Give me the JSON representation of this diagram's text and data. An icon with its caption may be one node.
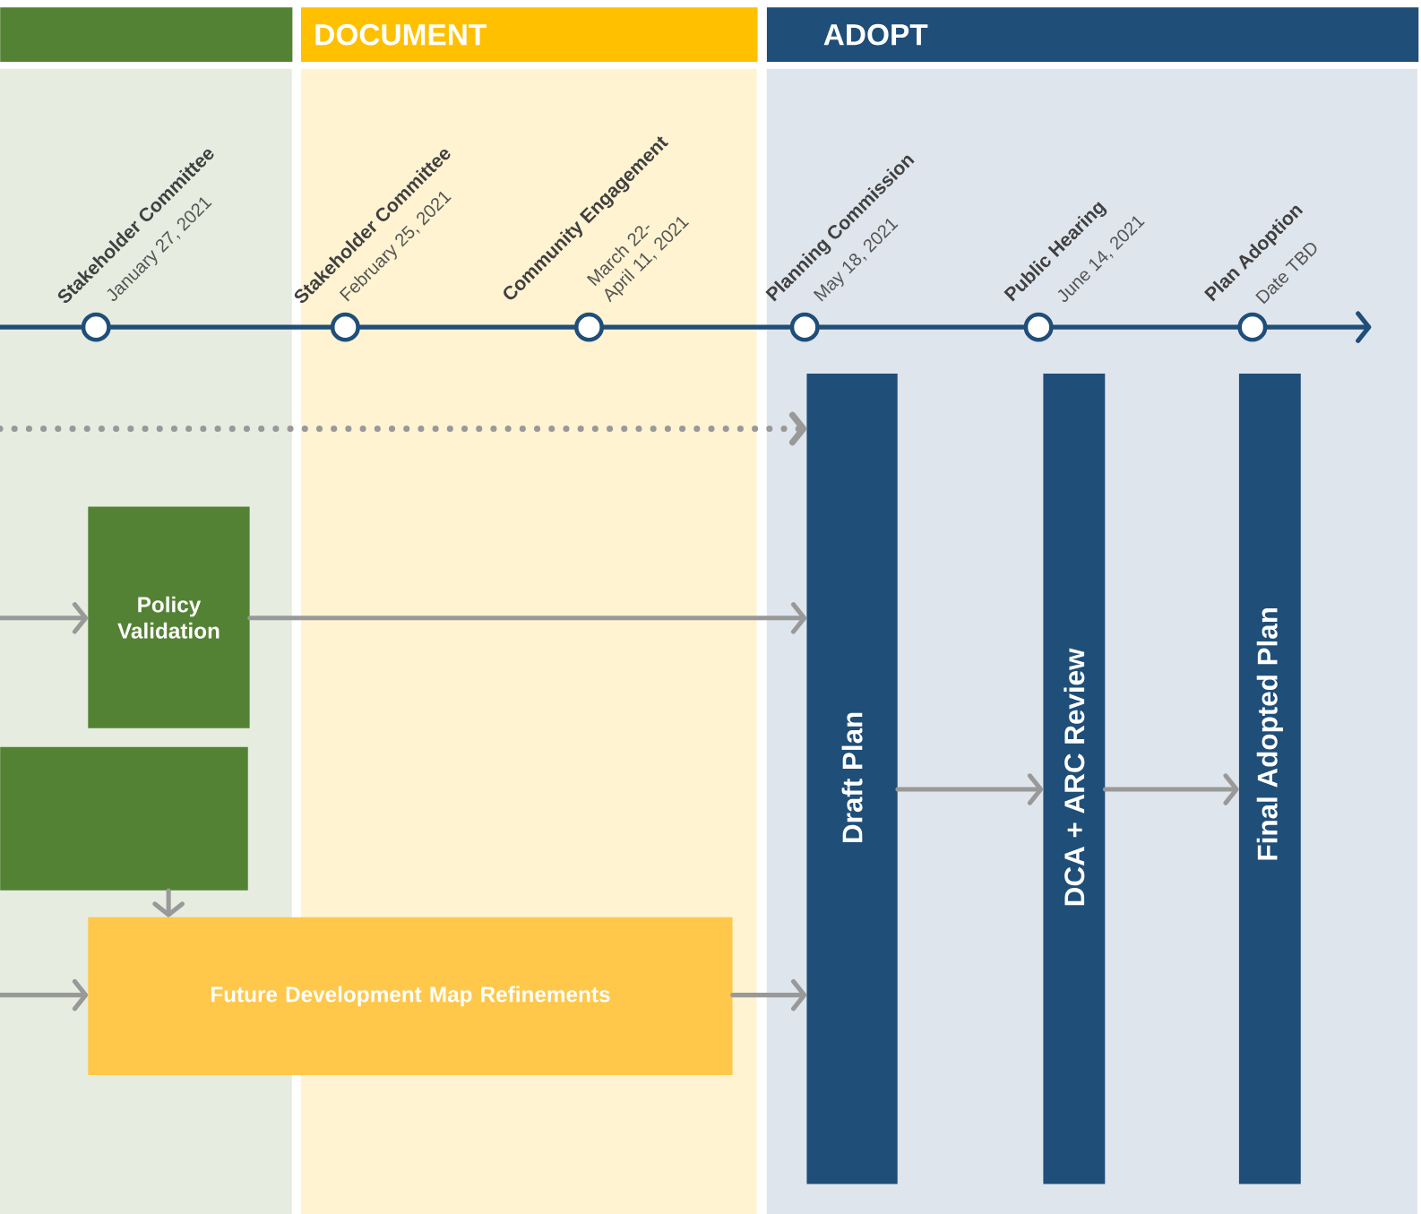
{
  "diagram": {
    "nodes": [
      {
        "text": [],
        "shape": "bar"
      },
      {
        "text": [
          "DOCUMENT"
        ]
      },
      {
        "text": [
          "ADOPT"
        ]
      },
      {
        "text": [],
        "shape": "circle",
        "beside": [
          "Stakeholder Committee",
          "January 27, 2021"
        ]
      },
      {
        "text": [],
        "shape": "circle",
        "beside": [
          "Stakeholder Committee",
          "February 25, 2021"
        ]
      },
      {
        "text": [],
        "shape": "circle",
        "beside": [
          "Community Engagement",
          "March 22- April 11, 2021"
        ]
      },
      {
        "text": [],
        "shape": "circle",
        "beside": [
          "Planning Commission",
          "May 18, 2021"
        ]
      },
      {
        "text": [],
        "shape": "circle",
        "beside": [
          "Public Hearing",
          "June 14, 2021"
        ]
      },
      {
        "text": [],
        "shape": "circle",
        "beside": [
          "Plan Adoption",
          "Date TBD"
        ]
      },
      {
        "text": [
          "Policy Validation"
        ]
      },
      {
        "text": [],
        "shape": "box"
      },
      {
        "text": [
          "Future Development Map Refinements"
        ]
      },
      {
        "text": [
          "Draft Plan"
        ]
      },
      {
        "text": [
          "DCA + ARC Review"
        ]
      },
      {
        "text": [
          "Final Adopted Plan"
        ]
      }
    ],
    "edges": [
      {
        "from": 3,
        "to": 4,
        "arrow": "none",
        "color": "#1f4e79"
      },
      {
        "from": 4,
        "to": 5,
        "arrow": "none",
        "color": "#1f4e79"
      },
      {
        "from": 5,
        "to": 6,
        "arrow": "none",
        "color": "#1f4e79"
      },
      {
        "from": 6,
        "to": 7,
        "arrow": "none",
        "color": "#1f4e79"
      },
      {
        "from": 7,
        "to": 8,
        "arrow": "none",
        "color": "#1f4e79"
      },
      {
        "from": 8,
        "to": null,
        "arrow": "to",
        "color": "#1f4e79"
      },
      {
        "from": null,
        "to": 3,
        "arrow": "none",
        "color": "#1f4e79"
      },
      {
        "from": null,
        "to": 12,
        "arrow": "to",
        "style": "dashed"
      },
      {
        "from": null,
        "to": 9,
        "arrow": "to"
      },
      {
        "from": 9,
        "to": 12,
        "arrow": "to"
      },
      {
        "from": 10,
        "to": 11,
        "arrow": "to"
      },
      {
        "from": null,
        "to": 11,
        "arrow": "to"
      },
      {
        "from": 11,
        "to": 12,
        "arrow": "to"
      },
      {
        "from": 12,
        "to": 13,
        "arrow": "to"
      },
      {
        "from": 13,
        "to": 14,
        "arrow": "to"
      }
    ]
  }
}
